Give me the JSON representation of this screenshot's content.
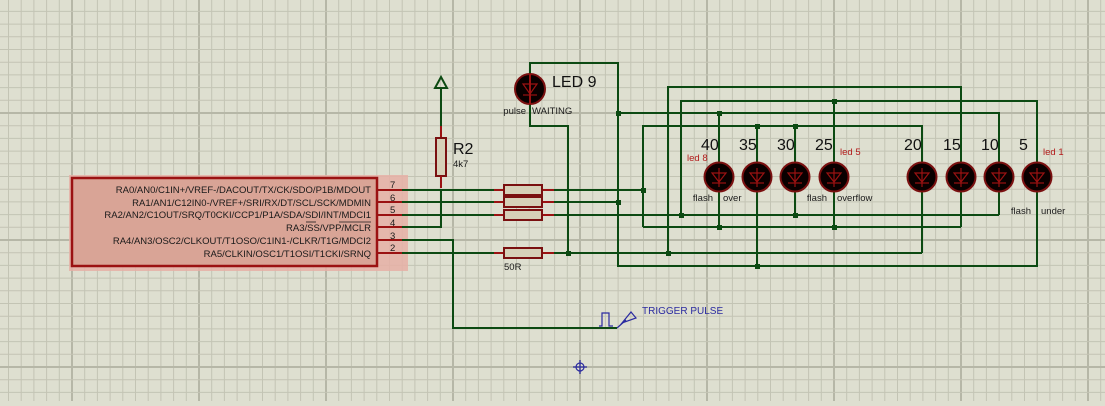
{
  "schematic": {
    "colors": {
      "background": "#dedfd0",
      "grid_minor": "#c3c4b4",
      "grid_major": "#b6b7a7",
      "wire": "#0c4a12",
      "component_outline": "#9b1212",
      "component_fill": "#d8c8b0",
      "chip_fill": "#d8a898",
      "chip_highlight": "#e8b0a8",
      "led_body": "#0a0000",
      "terminal_text": "#2a2aa0"
    },
    "microcontroller": {
      "pins": [
        {
          "name": "RA0/AN0/C1IN+/VREF-/DACOUT/TX/CK/SDO/P1B/MDOUT",
          "number": "7"
        },
        {
          "name": "RA1/AN1/C12IN0-/VREF+/SRI/RX/DT/SCL/SCK/MDMIN",
          "number": "6"
        },
        {
          "name": "RA2/AN2/C1OUT/SRQ/T0CKI/CCP1/P1A/SDA/SDI/INT/MDCI1",
          "number": "5"
        },
        {
          "name": "RA3/SS/VPP/MCLR",
          "number": "4"
        },
        {
          "name": "RA4/AN3/OSC2/CLKOUT/T1OSO/C1IN1-/CLKR/T1G/MDCI2",
          "number": "3"
        },
        {
          "name": "RA5/CLKIN/OSC1/T1OSI/T1CKI/SRNQ",
          "number": "2"
        }
      ]
    },
    "r2": {
      "ref": "R2",
      "value": "4k7"
    },
    "series_resistor": {
      "value": "50R"
    },
    "led9": {
      "ref": "LED 9",
      "label_left": "pulse",
      "label_right": "WAITING"
    },
    "leds": [
      {
        "value": "40",
        "ref": "led 8",
        "label": "flash"
      },
      {
        "value": "35",
        "ref": "",
        "label": "over"
      },
      {
        "value": "30",
        "ref": "",
        "label": ""
      },
      {
        "value": "25",
        "ref": "",
        "label": "flash"
      },
      {
        "value": "",
        "ref": "led 5",
        "label": "overflow"
      },
      {
        "value": "20",
        "ref": "",
        "label": ""
      },
      {
        "value": "15",
        "ref": "",
        "label": ""
      },
      {
        "value": "10",
        "ref": "",
        "label": "flash"
      },
      {
        "value": "5",
        "ref": "led 1",
        "label": "under"
      }
    ],
    "trigger": {
      "label": "TRIGGER PULSE"
    }
  }
}
